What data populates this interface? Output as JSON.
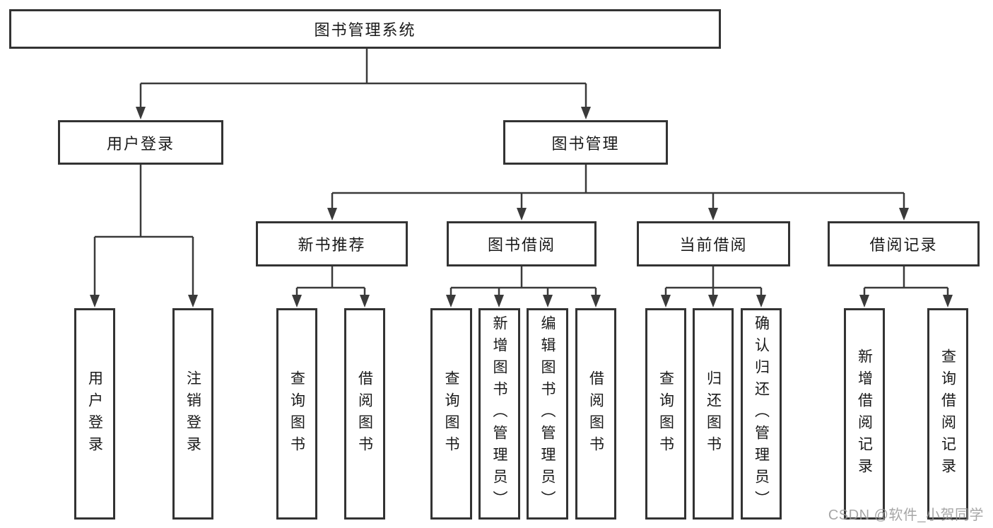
{
  "diagram_title": "图书管理系统",
  "nodes": {
    "root": {
      "label": "图书管理系统"
    },
    "user_login": {
      "label": "用户登录"
    },
    "book_management": {
      "label": "图书管理"
    },
    "new_book_recommend": {
      "label": "新书推荐"
    },
    "book_borrow": {
      "label": "图书借阅"
    },
    "current_borrow": {
      "label": "当前借阅"
    },
    "borrow_records": {
      "label": "借阅记录"
    },
    "leaf_user_login": {
      "label": "用户登录"
    },
    "leaf_logout": {
      "label": "注销登录"
    },
    "leaf_nbr_query": {
      "label": "查询图书"
    },
    "leaf_nbr_borrow": {
      "label": "借阅图书"
    },
    "leaf_bb_query": {
      "label": "查询图书"
    },
    "leaf_bb_add": {
      "label": "新增图书（管理员）"
    },
    "leaf_bb_edit": {
      "label": "编辑图书（管理员）"
    },
    "leaf_bb_borrow": {
      "label": "借阅图书"
    },
    "leaf_cb_query": {
      "label": "查询图书"
    },
    "leaf_cb_return": {
      "label": "归还图书"
    },
    "leaf_cb_confirm": {
      "label": "确认归还（管理员）"
    },
    "leaf_br_add": {
      "label": "新增借阅记录"
    },
    "leaf_br_query": {
      "label": "查询借阅记录"
    }
  },
  "hierarchy": {
    "图书管理系统": {
      "用户登录": [
        "用户登录",
        "注销登录"
      ],
      "图书管理": {
        "新书推荐": [
          "查询图书",
          "借阅图书"
        ],
        "图书借阅": [
          "查询图书",
          "新增图书（管理员）",
          "编辑图书（管理员）",
          "借阅图书"
        ],
        "当前借阅": [
          "查询图书",
          "归还图书",
          "确认归还（管理员）"
        ],
        "借阅记录": [
          "新增借阅记录",
          "查询借阅记录"
        ]
      }
    }
  },
  "watermark": {
    "text": "CSDN @软件_小贺同学"
  },
  "colors": {
    "background": "#ffffff",
    "line": "#3a3a3a",
    "box_border": "#333333",
    "text": "#1a1a1a",
    "watermark": "#969696"
  }
}
